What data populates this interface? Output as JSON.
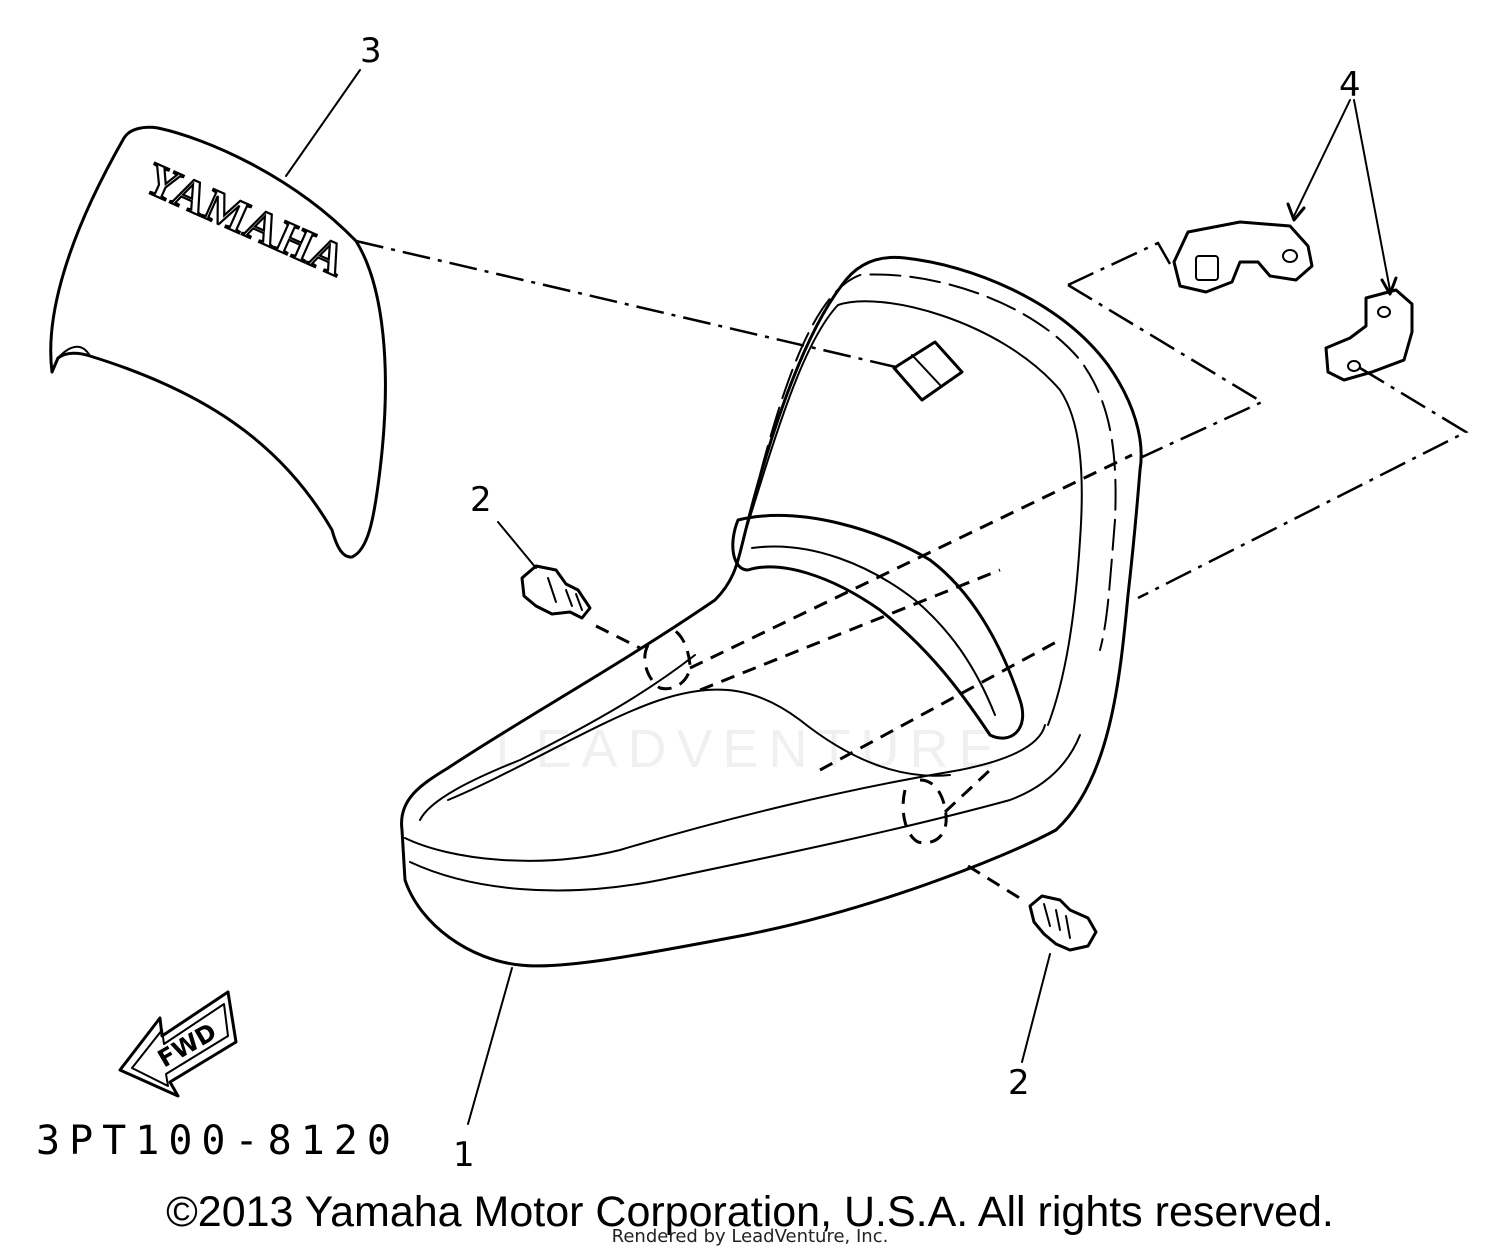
{
  "logo_text": "YAMAHA",
  "fwd_label": "FWD",
  "callouts": {
    "seat": "1",
    "bolt_left": "2",
    "bolt_right": "2",
    "cover": "3",
    "brackets": "4"
  },
  "part_code": "3PT100-8120",
  "watermark": "LEADVENTURE",
  "copyright": "©2013 Yamaha Motor Corporation, U.S.A. All rights reserved.",
  "rendered_by": "Rendered by LeadVenture, Inc."
}
